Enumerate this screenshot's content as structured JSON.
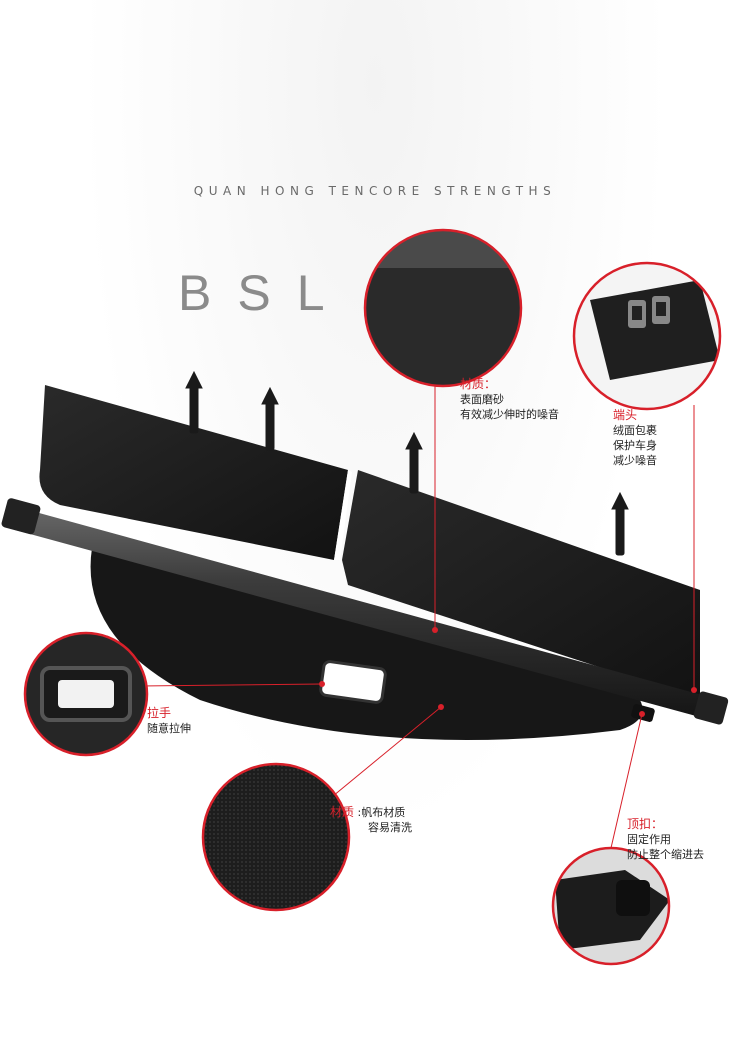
{
  "header": {
    "tagline": "QUAN HONG TENCORE STRENGTHS",
    "brand": "BSL"
  },
  "callouts": {
    "surface_material": {
      "title": "材质：",
      "lines": [
        "表面磨砂",
        "有效减少伸时的噪音"
      ]
    },
    "end_cap": {
      "title": "端头",
      "lines": [
        "绒面包裹",
        "保护车身",
        "减少噪音"
      ]
    },
    "handle": {
      "title": "拉手",
      "lines": [
        "随意拉伸"
      ]
    },
    "fabric_material": {
      "title": "材质",
      "inline": ":帆布材质",
      "lines": [
        "容易清洗"
      ]
    },
    "top_buckle": {
      "title": "顶扣：",
      "lines": [
        "固定作用",
        "防止整个缩进去"
      ]
    }
  },
  "colors": {
    "accent_red": "#d8202a",
    "product_black": "#1c1c1c",
    "tube_gray": "#3a3a3a"
  }
}
